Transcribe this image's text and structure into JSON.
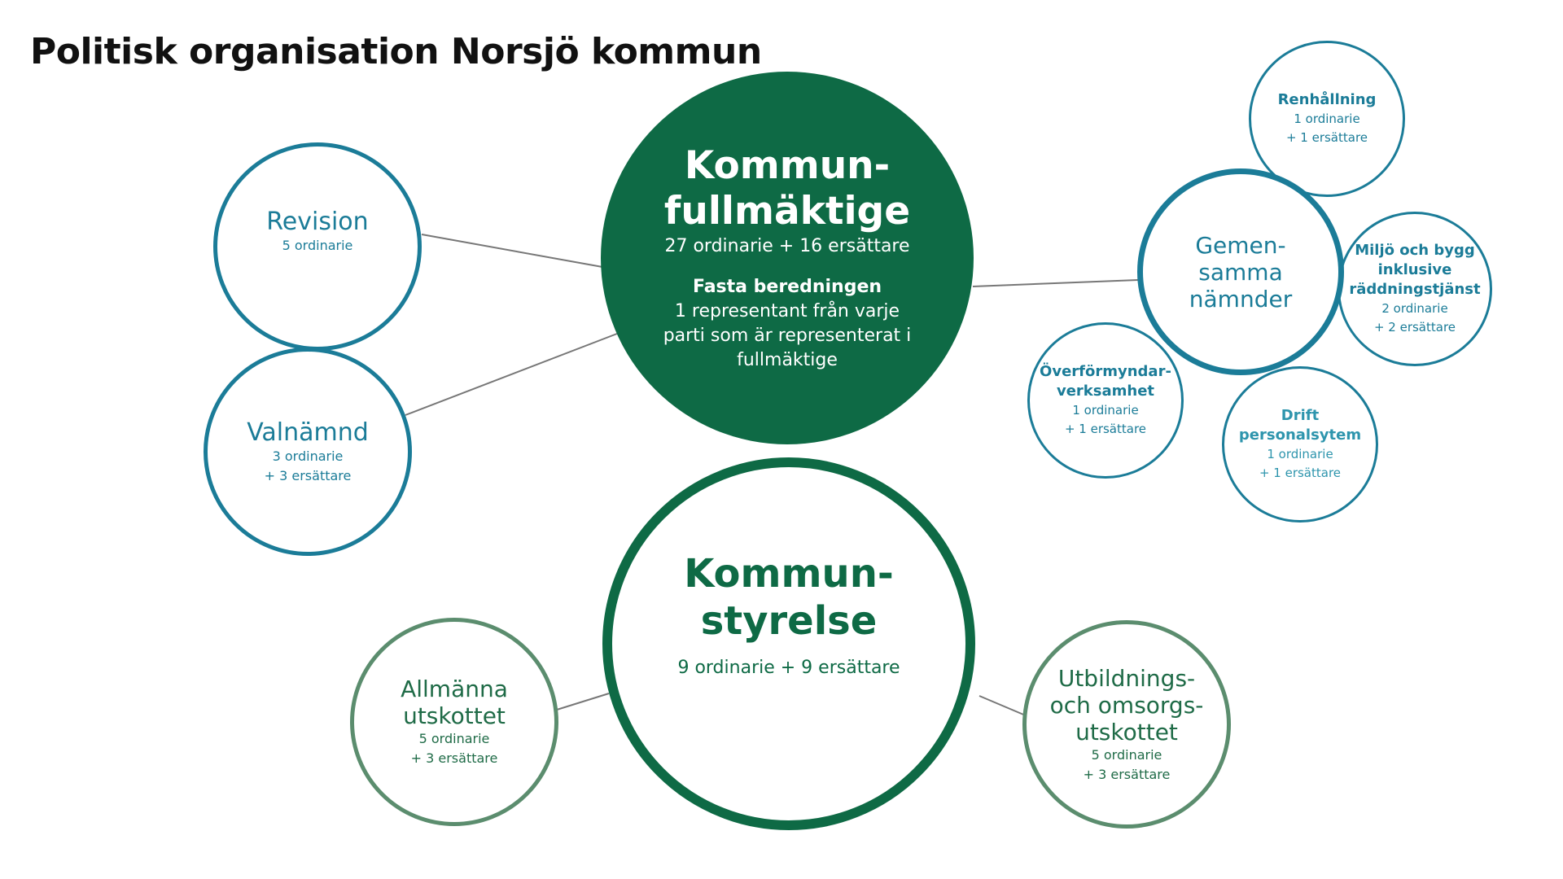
{
  "title": "Politisk organisation Norsjö kommun",
  "colors": {
    "teal": "#1b7c98",
    "dark_green": "#0e6a45",
    "sage_green": "#5b8d6e",
    "connector": "#777777"
  },
  "nodes": {
    "kommunfullmaktige": {
      "name_line1": "Kommun-",
      "name_line2": "fullmäktige",
      "members": "27 ordinarie + 16 ersättare",
      "beredning_title": "Fasta beredningen",
      "beredning_line1": "1 representant från varje",
      "beredning_line2": "parti som är representerat i",
      "beredning_line3": "fullmäktige"
    },
    "revision": {
      "name": "Revision",
      "ordinarie": "5 ordinarie"
    },
    "valnamnd": {
      "name": "Valnämnd",
      "ordinarie": "3 ordinarie",
      "ersattare": "+ 3 ersättare"
    },
    "gemensamma_namnder": {
      "name_line1": "Gemen-",
      "name_line2": "samma",
      "name_line3": "nämnder"
    },
    "renhallning": {
      "name": "Renhållning",
      "ordinarie": "1 ordinarie",
      "ersattare": "+ 1 ersättare"
    },
    "miljo_och_bygg": {
      "name_line1": "Miljö och bygg",
      "name_line2": "inklusive",
      "name_line3": "räddningstjänst",
      "ordinarie": "2 ordinarie",
      "ersattare": "+ 2 ersättare"
    },
    "overformyndarverksamhet": {
      "name_line1": "Överförmyndar-",
      "name_line2": "verksamhet",
      "ordinarie": "1 ordinarie",
      "ersattare": "+ 1 ersättare"
    },
    "drift_personalsytem": {
      "name_line1": "Drift",
      "name_line2": "personalsytem",
      "ordinarie": "1 ordinarie",
      "ersattare": "+ 1 ersättare"
    },
    "kommunstyrelse": {
      "name_line1": "Kommun-",
      "name_line2": "styrelse",
      "members": "9 ordinarie + 9 ersättare"
    },
    "allmanna_utskottet": {
      "name_line1": "Allmänna",
      "name_line2": "utskottet",
      "ordinarie": "5 ordinarie",
      "ersattare": "+ 3 ersättare"
    },
    "utbildnings_och_omsorgsutskottet": {
      "name_line1": "Utbildnings-",
      "name_line2": "och omsorgs-",
      "name_line3": "utskottet",
      "ordinarie": "5 ordinarie",
      "ersattare": "+ 3 ersättare"
    }
  }
}
